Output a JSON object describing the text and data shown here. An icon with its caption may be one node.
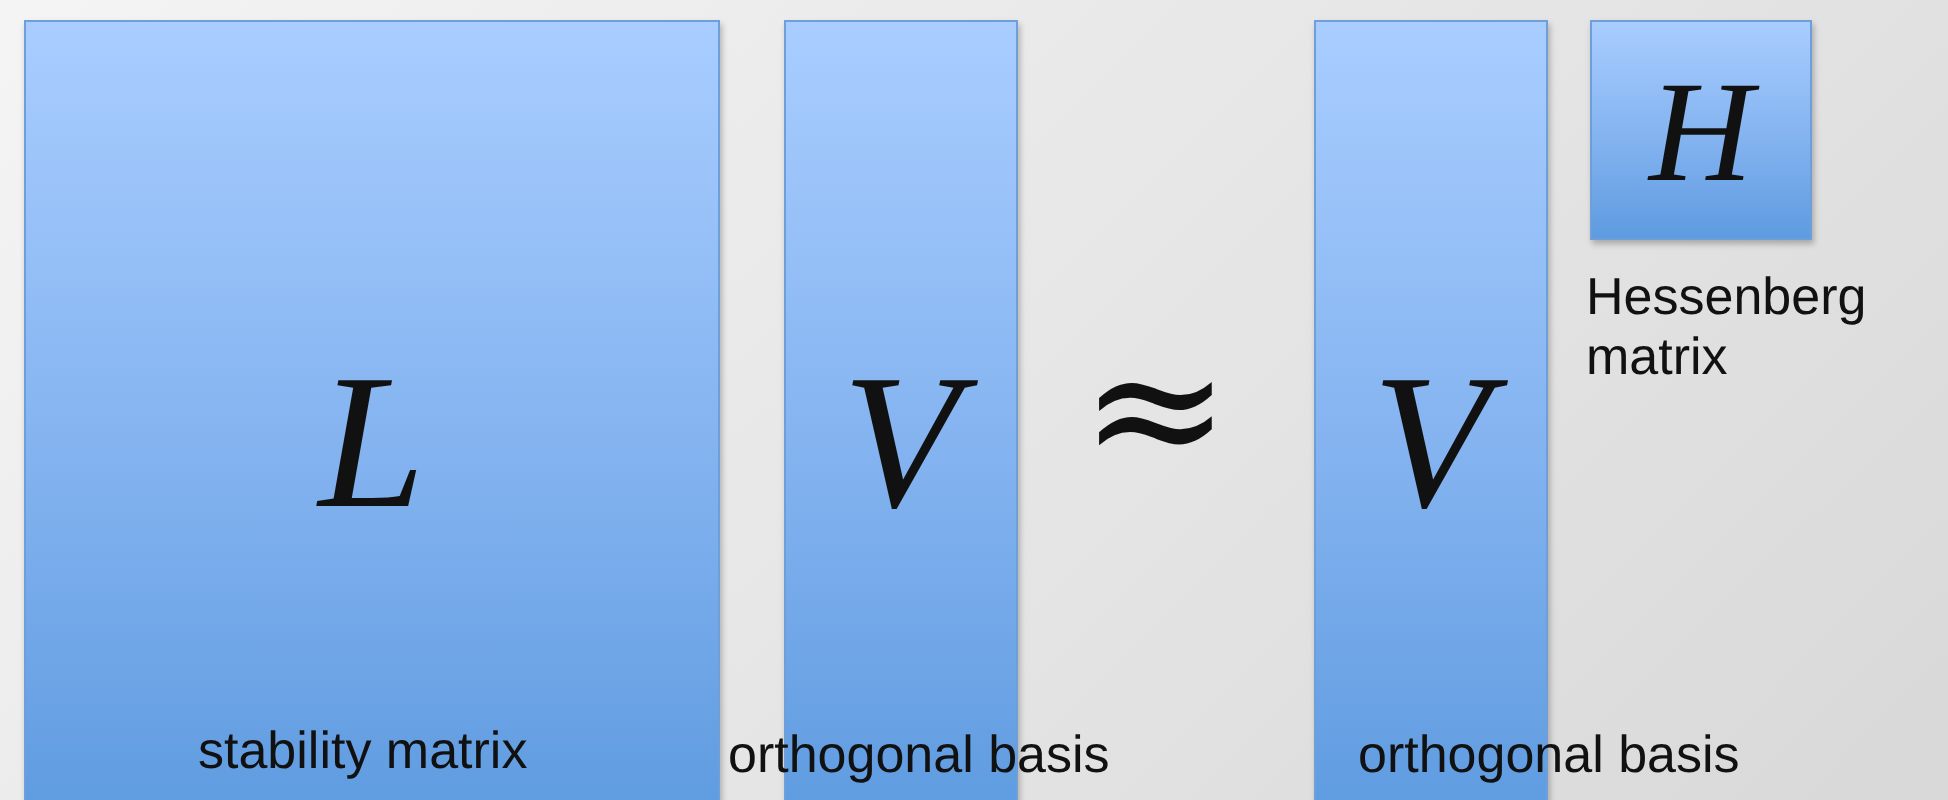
{
  "diagram": {
    "nodes": [
      {
        "text": [
          "L",
          "stability matrix"
        ]
      },
      {
        "text": [
          "V",
          "orthogonal basis"
        ]
      },
      {
        "text": [
          "V",
          "orthogonal basis"
        ]
      },
      {
        "text": [
          "H"
        ],
        "beside": [
          "Hessenberg matrix"
        ]
      }
    ],
    "labels": [
      "≈"
    ]
  }
}
